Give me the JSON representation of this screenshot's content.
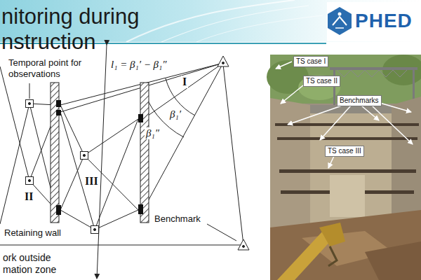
{
  "diagram": {
    "title": "nitoring during nstruction",
    "labels": [
      "PHED",
      "Temporal point for observations",
      "l₁ = β₁′ − β₁″",
      "I",
      "β₁′",
      "β₁″",
      "II",
      "III",
      "Retaining wall",
      "Benchmark",
      "ork outside mation zone",
      "TS case I",
      "TS case II",
      "Benchmarks",
      "TS case III"
    ]
  }
}
